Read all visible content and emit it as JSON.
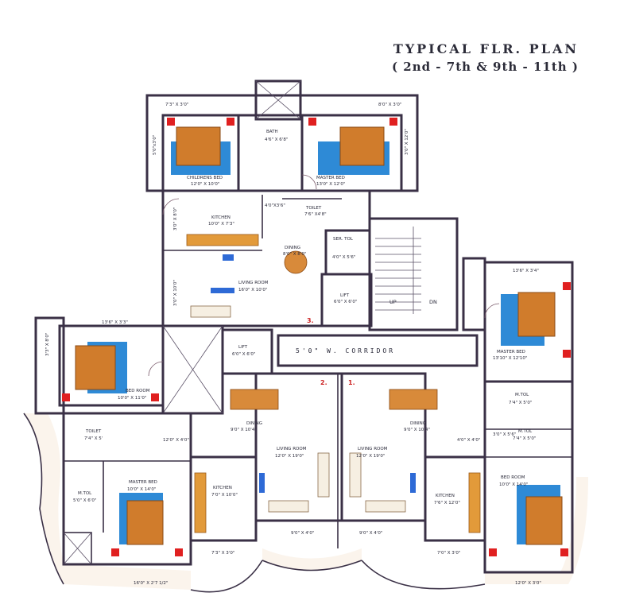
{
  "title": "TYPICAL FLR. PLAN",
  "subtitle": "( 2nd - 7th & 9th - 11th )",
  "rooms": {
    "top_left_balcony": "7'3\" X 3'0\"",
    "top_right_balcony": "8'0\" X 3'0\"",
    "top_left_side": "5'0\"x3'0\"",
    "top_right_side": "3'0\" X 12'0\"",
    "bath_label": "BATH",
    "bath_size": "4'6\" X 6'8\"",
    "children_bed_label": "CHILDRENS BED",
    "children_bed_size": "12'0\" X 10'0\"",
    "master_bed_top_label": "MASTER BED",
    "master_bed_top_size": "13'0\" X 12'0\"",
    "duct_a": "4'0\"X3'6\"",
    "toilet_top_label": "TOILET",
    "toilet_top_size": "7'6\" X4'8\"",
    "kitchen_top_label": "KITCHEN",
    "kitchen_top_size": "10'0\" X 7'3\"",
    "kitchen_side": "3'0\" X 8'0\"",
    "dining_top_label": "DINING",
    "dining_top_size": "8'0\" X 8'0\"",
    "servant_toilet_label": "SER. TOL",
    "servant_toilet_size": "4'0\" X 5'6\"",
    "living_top_label": "LIVING ROOM",
    "living_top_size": "16'0\" X 10'0\"",
    "living_top_side": "3'0\" X 10'0\"",
    "lift_right_label": "LIFT",
    "lift_right_size": "6'0\" X 6'0\"",
    "stair_up": "UP",
    "stair_dn": "DN",
    "flat_no_3": "3.",
    "flat_no_2": "2.",
    "flat_no_1": "1.",
    "right_balcony": "13'6\" X 3'4\"",
    "master_bed_right_label": "MASTER BED",
    "master_bed_right_size": "13'10\" X 12'10\"",
    "left_balcony": "13'6\" X 3'3\"",
    "left_side": "3'3\" X 8'0\"",
    "bed_left_label": "BED ROOM",
    "bed_left_size": "10'0\" X 11'0\"",
    "lift_center_label": "LIFT",
    "lift_center_size": "6'0\" X 6'0\"",
    "corridor": "5'0\" W. CORRIDOR",
    "toilet_left_label": "TOILET",
    "toilet_left_size": "7'4\" X 5'",
    "passage_left": "12'0\" X 4'0\"",
    "dining_2_label": "DINING",
    "dining_2_size": "9'0\" X 10'4\"",
    "dining_1_label": "DINING",
    "dining_1_size": "9'0\" X 10'4\"",
    "passage_right": "4'0\" X 4'0\"",
    "duct_b": "3'0\" X 5'6\"",
    "m_toilet_right_label": "M.TOL",
    "m_toilet_right_size": "7'4\" X 5'0\"",
    "m_toilet_right2_label": "M.TOL",
    "m_toilet_right2_size": "7'4\" X 5'0\"",
    "m_toilet_left_label": "M.TOL",
    "m_toilet_left_size": "5'0\" X 6'0\"",
    "master_bed_left_label": "MASTER BED",
    "master_bed_left_size": "10'0\" X 14'0\"",
    "kitchen_left_label": "KITCHEN",
    "kitchen_left_size": "7'0\" X 10'0\"",
    "living_2_label": "LIVING ROOM",
    "living_2_size": "12'0\" X 19'0\"",
    "living_1_label": "LIVING ROOM",
    "living_1_size": "12'0\" X 19'0\"",
    "kitchen_right_label": "KITCHEN",
    "kitchen_right_size": "7'6\" X 12'0\"",
    "bed_right_label": "BED ROOM",
    "bed_right_size": "10'0\" X 14'0\"",
    "kitchen_left_balc": "7'3\" X 3'0\"",
    "living_2_balc": "9'0\" X 4'0\"",
    "living_1_balc": "9'0\" X 4'0\"",
    "kitchen_right_balc": "7'0\" X 3'0\"",
    "bottom_left_balc": "16'0\" X 2'7 1/2\"",
    "bottom_right_balc": "12'0\" X 3'0\""
  },
  "colors": {
    "wall": "#3a3046",
    "rug": "#2e8ad6",
    "bed": "#d07c2c",
    "accent_red": "#e02020"
  }
}
